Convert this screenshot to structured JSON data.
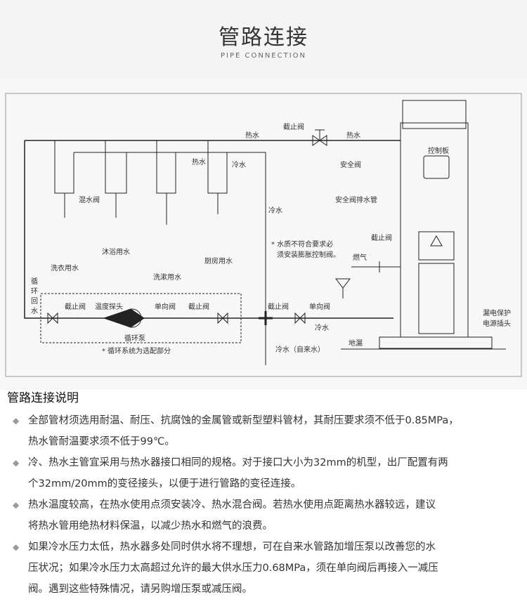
{
  "header": {
    "title": "管路连接",
    "subtitle": "PIPE CONNECTION"
  },
  "diagram": {
    "hot_water": "热水",
    "cold_water": "冷水",
    "stop_valve": "截止阀",
    "mixing_valve": "混水阀",
    "laundry": "洗衣用水",
    "shower": "沐浴用水",
    "washbasin": "洗漱用水",
    "kitchen": "厨房用水",
    "control_panel": "控制板",
    "safety_valve": "安全阀",
    "safety_drain": "安全阀排水管",
    "expansion_note": "* 水质不符合要求必",
    "expansion_note2": "须安装膨胀控制阀。",
    "gas": "燃气",
    "return_water": [
      "循",
      "环",
      "回",
      "水"
    ],
    "temp_probe": "温度探头",
    "check_valve": "单向阀",
    "pump": "循环泵",
    "optional_note": "* 循环系统为选配部分",
    "tap_water": "冷水（自来水）",
    "floor_drain": "地漏",
    "leak_plug": "漏电保护",
    "leak_plug2": "电源插头"
  },
  "section": {
    "title": "管路连接说明",
    "bullets": [
      [
        "全部管材须选用耐温、耐压、抗腐蚀的金属管或新型塑料管材，其耐压要求须不低于0.85MPa，",
        "热水管耐温要求须不低于99℃。"
      ],
      [
        "冷、热水主管宜采用与热水器接口相同的规格。对于接口大小为32mm的机型，出厂配置有两",
        "个32mm/20mm的变径接头，以便于进行管路的变径连接。"
      ],
      [
        "热水温度较高，在热水使用点须安装冷、热水混合阀。若热水使用点距离热水器较远，建议",
        "将热水管用绝热材料保温，以减少热水和燃气的浪费。"
      ],
      [
        "如果冷水压力太低，热水器多处同时供水将不理想，可在自来水管路加增压泵以改善您的水",
        "压状况；如果冷水压力太高超过允许的最大供水压力0.68MPa，须在单向阀后再接入一减压",
        "阀。遇到这些特殊情况，请另购增压泵或减压阀。"
      ]
    ]
  }
}
